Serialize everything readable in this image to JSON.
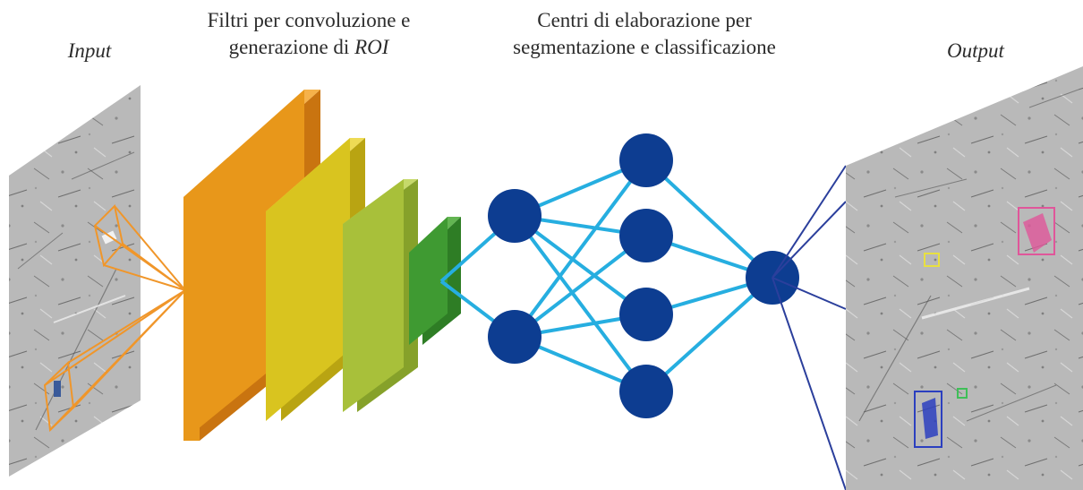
{
  "labels": {
    "input": "Input",
    "filters_line1": "Filtri per convoluzione e",
    "filters_line2_prefix": "generazione di ",
    "filters_line2_roi": "ROI",
    "centers_line1": "Centri di elaborazione per",
    "centers_line2": "segmentazione e classificazione",
    "output": "Output"
  },
  "colors": {
    "filter_1": "#e8971a",
    "filter_2": "#d9c41f",
    "filter_3": "#a8c03a",
    "filter_4": "#3f9a32",
    "node": "#0d3d91",
    "edge": "#26aee0",
    "projection_input": "#f0962a",
    "projection_output": "#2b3f9c",
    "box_yellow": "#e8e040",
    "box_pink": "#e0569a",
    "box_green": "#3fbf58",
    "box_blue": "#2b3fbf"
  }
}
